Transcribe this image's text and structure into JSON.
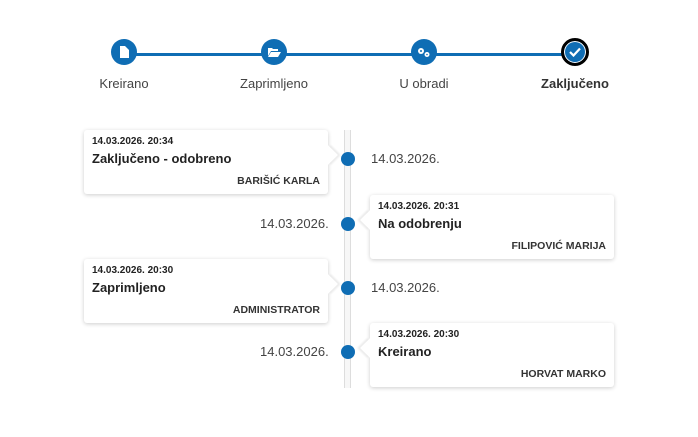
{
  "stepper": {
    "steps": [
      {
        "label": "Kreirano",
        "icon": "file-icon"
      },
      {
        "label": "Zaprimljeno",
        "icon": "folder-open-icon"
      },
      {
        "label": "U obradi",
        "icon": "cogs-icon"
      },
      {
        "label": "Zaključeno",
        "icon": "check-icon",
        "active": true
      }
    ],
    "accent": "#0f6db4"
  },
  "timeline": [
    {
      "timestamp": "14.03.2026. 20:34",
      "title": "Zaključeno - odobreno",
      "user": "BARIŠIĆ KARLA",
      "date": "14.03.2026.",
      "side": "left"
    },
    {
      "timestamp": "14.03.2026. 20:31",
      "title": "Na odobrenju",
      "user": "FILIPOVIĆ MARIJA",
      "date": "14.03.2026.",
      "side": "right"
    },
    {
      "timestamp": "14.03.2026. 20:30",
      "title": "Zaprimljeno",
      "user": "ADMINISTRATOR",
      "date": "14.03.2026.",
      "side": "left"
    },
    {
      "timestamp": "14.03.2026. 20:30",
      "title": "Kreirano",
      "user": "HORVAT MARKO",
      "date": "14.03.2026.",
      "side": "right"
    }
  ]
}
